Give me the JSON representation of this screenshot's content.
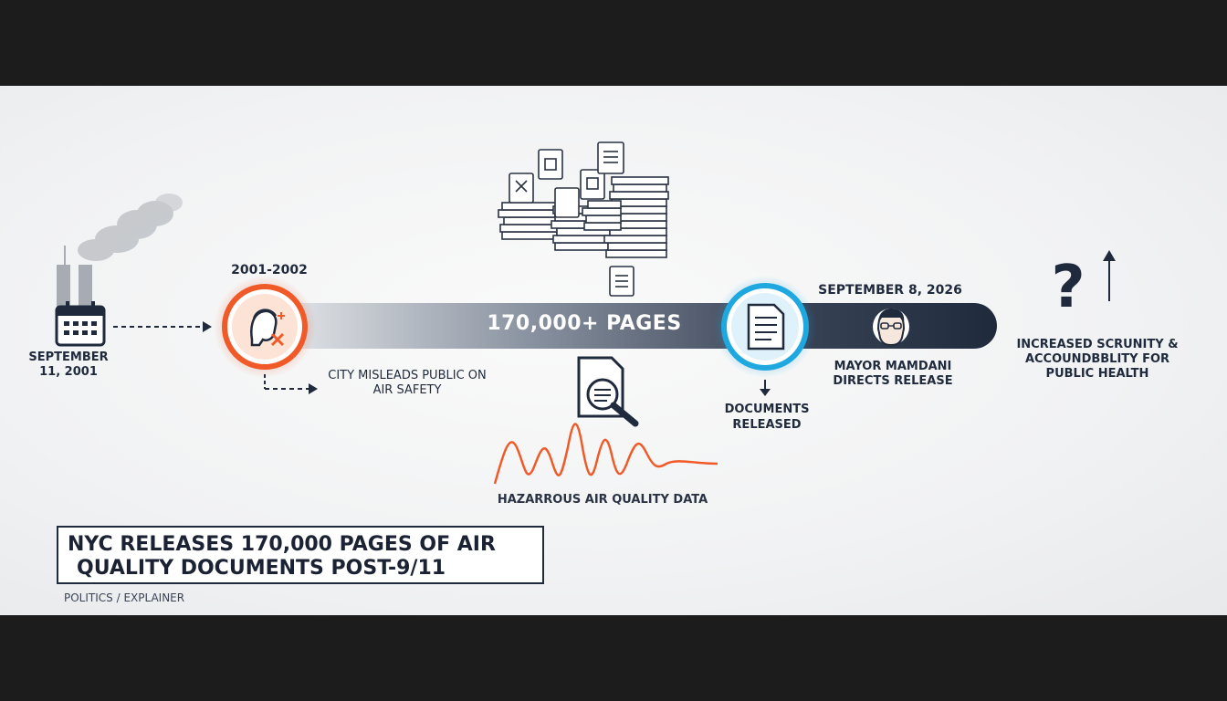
{
  "timeline": {
    "start_date": "SEPTEMBER 11, 2001",
    "era_label": "2001-2002",
    "mislead_text": "CITY MISLEADS PUBLIC ON AIR SAFETY",
    "pages_label": "170,000+ PAGES",
    "hazard_text": "HAZARROUS AIR QUALITY DATA",
    "released_text": "DOCUMENTS RELEASED",
    "release_date": "SEPTEMBER 8, 2026",
    "mayor_text": "MAYOR MAMDANI DIRECTS RELEASE",
    "outcome_text": "INCREASED SCRUNITY & ACCOUNDBBLITY FOR PUBLIC HEALTH"
  },
  "headline": {
    "line1": "NYC RELEASES 170,000 PAGES OF AIR",
    "line2": "QUALITY DOCUMENTS POST-9/11"
  },
  "category": "POLITICS / EXPLAINER",
  "colors": {
    "navy": "#1f2a3c",
    "orange": "#f05a28",
    "cyan": "#1fa8e0",
    "light_bg": "#f1f2f3"
  },
  "icons": [
    "towers-icon",
    "calendar-icon",
    "person-error-icon",
    "document-stack-icon",
    "magnifier-document-icon",
    "document-icon",
    "avatar-icon",
    "question-mark-icon",
    "up-arrow-icon"
  ]
}
